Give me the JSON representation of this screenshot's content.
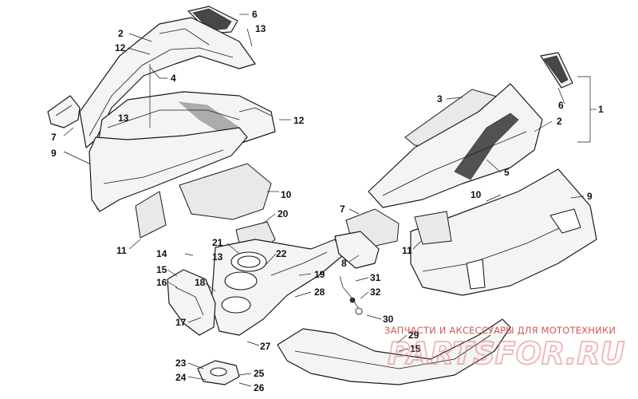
{
  "callouts": [
    {
      "id": "c-2-left",
      "label": "2"
    },
    {
      "id": "c-12-top",
      "label": "12"
    },
    {
      "id": "c-6-top",
      "label": "6"
    },
    {
      "id": "c-13-top",
      "label": "13"
    },
    {
      "id": "c-4",
      "label": "4"
    },
    {
      "id": "c-13-mid",
      "label": "13"
    },
    {
      "id": "c-12-mid",
      "label": "12"
    },
    {
      "id": "c-7-left",
      "label": "7"
    },
    {
      "id": "c-9-left",
      "label": "9"
    },
    {
      "id": "c-10-left",
      "label": "10"
    },
    {
      "id": "c-11-left",
      "label": "11"
    },
    {
      "id": "c-20",
      "label": "20"
    },
    {
      "id": "c-21",
      "label": "21"
    },
    {
      "id": "c-13-low",
      "label": "13"
    },
    {
      "id": "c-22",
      "label": "22"
    },
    {
      "id": "c-14",
      "label": "14"
    },
    {
      "id": "c-15-left",
      "label": "15"
    },
    {
      "id": "c-16",
      "label": "16"
    },
    {
      "id": "c-18",
      "label": "18"
    },
    {
      "id": "c-19",
      "label": "19"
    },
    {
      "id": "c-17",
      "label": "17"
    },
    {
      "id": "c-28",
      "label": "28"
    },
    {
      "id": "c-27",
      "label": "27"
    },
    {
      "id": "c-23",
      "label": "23"
    },
    {
      "id": "c-24",
      "label": "24"
    },
    {
      "id": "c-25",
      "label": "25"
    },
    {
      "id": "c-26",
      "label": "26"
    },
    {
      "id": "c-3",
      "label": "3"
    },
    {
      "id": "c-6-right",
      "label": "6"
    },
    {
      "id": "c-2-right",
      "label": "2"
    },
    {
      "id": "c-1",
      "label": "1"
    },
    {
      "id": "c-5",
      "label": "5"
    },
    {
      "id": "c-10-right",
      "label": "10"
    },
    {
      "id": "c-9-right",
      "label": "9"
    },
    {
      "id": "c-7-mid",
      "label": "7"
    },
    {
      "id": "c-8",
      "label": "8"
    },
    {
      "id": "c-11-right",
      "label": "11"
    },
    {
      "id": "c-31",
      "label": "31"
    },
    {
      "id": "c-32",
      "label": "32"
    },
    {
      "id": "c-30",
      "label": "30"
    },
    {
      "id": "c-29",
      "label": "29"
    },
    {
      "id": "c-15-right",
      "label": "15"
    }
  ],
  "watermark": {
    "tagline": "ЗАПЧАСТИ И АКСЕССУАРЫ ДЛЯ МОТОТЕХНИКИ",
    "logo": "PARTSFOR.RU",
    "color": "#d05a5a"
  }
}
